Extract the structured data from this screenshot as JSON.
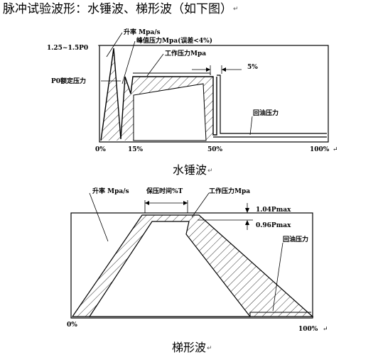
{
  "title": "脉冲试验波形：水锤波、梯形波（如下图）",
  "return_mark": "↵",
  "figure1": {
    "caption": "水锤波",
    "y_label_top": "1.25~1.5P0",
    "y_label_p0": "P0额定压力",
    "rise_rate": "升率 Mpa/s",
    "peak_pressure": "峰值压力Mpa(误差<4%)",
    "work_pressure": "工作压力Mpa",
    "tolerance": "5%",
    "return_pressure": "回油压力",
    "ticks": [
      "0%",
      "15%",
      "50%",
      "100%"
    ]
  },
  "figure2": {
    "caption": "梯形波",
    "rise_rate": "升率 Mpa/s",
    "hold_time": "保压时间%T",
    "work_pressure": "工作压力Mpa",
    "upper_limit": "1.04Pmax",
    "lower_limit": "0.96Pmax",
    "return_pressure": "回油压力",
    "ticks": [
      "0%",
      "100%"
    ]
  }
}
